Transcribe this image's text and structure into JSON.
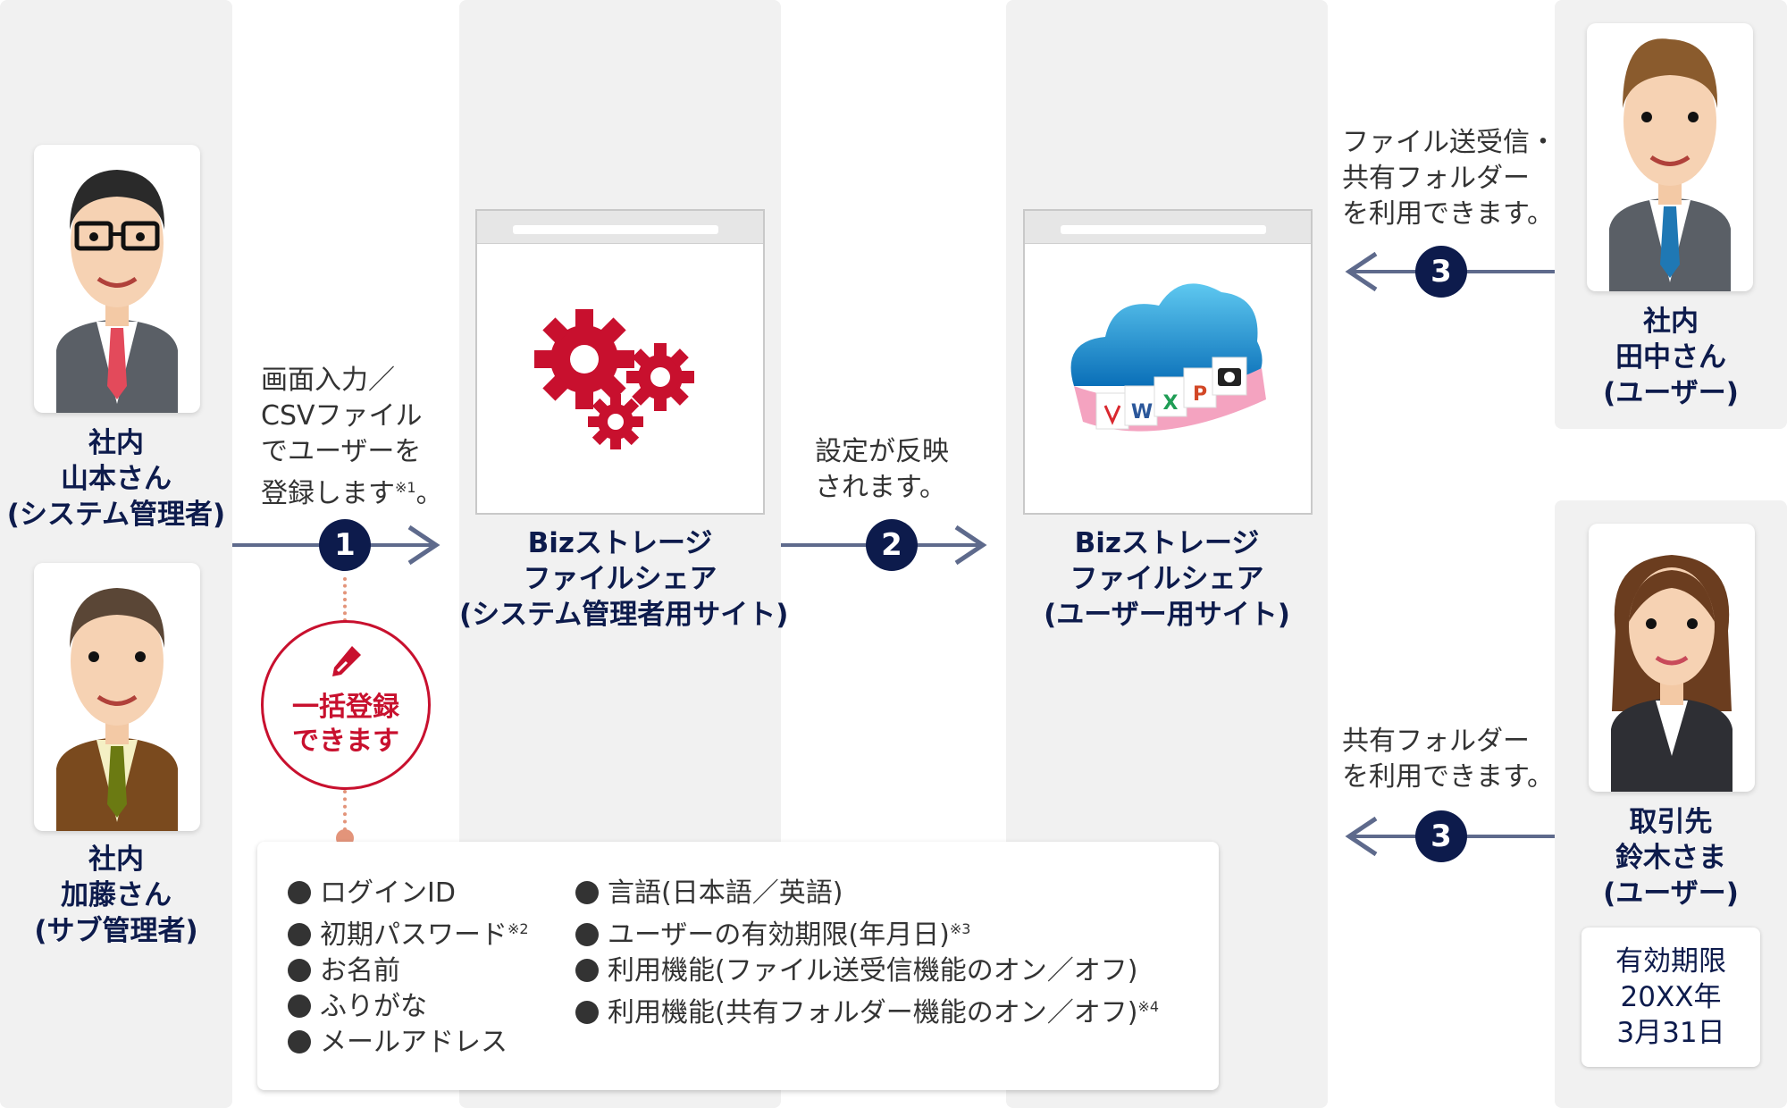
{
  "people": {
    "yamamoto": {
      "line1": "社内",
      "line2": "山本さん",
      "line3": "(システム管理者)"
    },
    "kato": {
      "line1": "社内",
      "line2": "加藤さん",
      "line3": "(サブ管理者)"
    },
    "tanaka": {
      "line1": "社内",
      "line2": "田中さん",
      "line3": "(ユーザー)"
    },
    "suzuki": {
      "line1": "取引先",
      "line2": "鈴木さま",
      "line3": "(ユーザー)"
    }
  },
  "step1": {
    "number": "1",
    "line1": "画面入力／",
    "line2": "CSVファイル",
    "line3": "でユーザーを",
    "line4": "登録します",
    "note_mark": "※1",
    "line4_end": "。"
  },
  "step2": {
    "number": "2",
    "line1": "設定が反映",
    "line2": "されます。"
  },
  "step3_tanaka": {
    "number": "3",
    "line1": "ファイル送受信・",
    "line2": "共有フォルダー",
    "line3": "を利用できます。"
  },
  "step3_suzuki": {
    "number": "3",
    "line1": "共有フォルダー",
    "line2": "を利用できます。"
  },
  "admin_site": {
    "line1": "Bizストレージ",
    "line2": "ファイルシェア",
    "line3": "(システム管理者用サイト)"
  },
  "user_site": {
    "line1": "Bizストレージ",
    "line2": "ファイルシェア",
    "line3": "(ユーザー用サイト)"
  },
  "cloud_icons": {
    "w": "W",
    "x": "X",
    "p": "P"
  },
  "bulk": {
    "line1": "一括登録",
    "line2": "できます"
  },
  "registration_items": {
    "left": [
      {
        "text": "ログインID",
        "note": ""
      },
      {
        "text": "初期パスワード",
        "note": "※2"
      },
      {
        "text": "お名前",
        "note": ""
      },
      {
        "text": "ふりがな",
        "note": ""
      },
      {
        "text": "メールアドレス",
        "note": ""
      }
    ],
    "right": [
      {
        "text": "言語(日本語／英語)",
        "note": ""
      },
      {
        "text": "ユーザーの有効期限(年月日)",
        "note": "※3"
      },
      {
        "text": "利用機能(ファイル送受信機能のオン／オフ)",
        "note": ""
      },
      {
        "text": "利用機能(共有フォルダー機能のオン／オフ)",
        "note": "※4"
      }
    ]
  },
  "validity": {
    "line1": "有効期限",
    "line2": "20XX年",
    "line3": "3月31日"
  },
  "colors": {
    "navy": "#0d1b4c",
    "red": "#c8102e",
    "column_bg": "#f1f1f1",
    "arrow": "#5e6a8c"
  }
}
